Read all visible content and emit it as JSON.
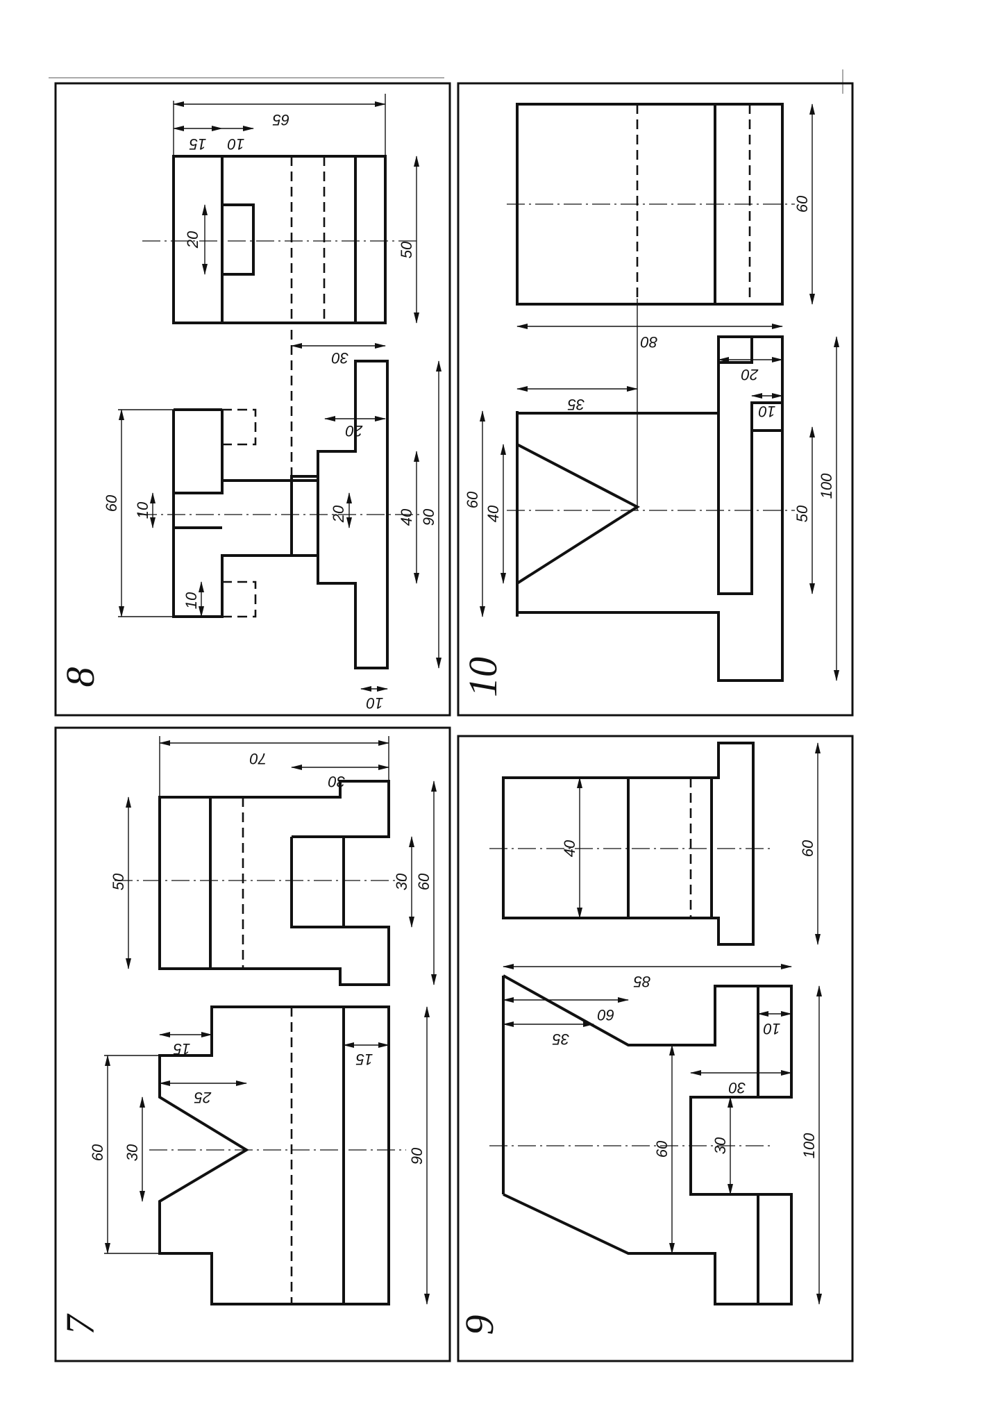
{
  "panels": [
    {
      "number": "8",
      "dimensions": [
        "65",
        "15",
        "10",
        "20",
        "50",
        "30",
        "20",
        "60",
        "10",
        "10",
        "20",
        "40",
        "90",
        "10"
      ]
    },
    {
      "number": "10",
      "dimensions": [
        "60",
        "80",
        "35",
        "20",
        "10",
        "60",
        "40",
        "100",
        "50"
      ]
    },
    {
      "number": "7",
      "dimensions": [
        "70",
        "30",
        "50",
        "30",
        "60",
        "15",
        "15",
        "25",
        "60",
        "30",
        "90"
      ]
    },
    {
      "number": "9",
      "dimensions": [
        "40",
        "60",
        "85",
        "60",
        "35",
        "10",
        "30",
        "60",
        "30",
        "100"
      ]
    }
  ]
}
